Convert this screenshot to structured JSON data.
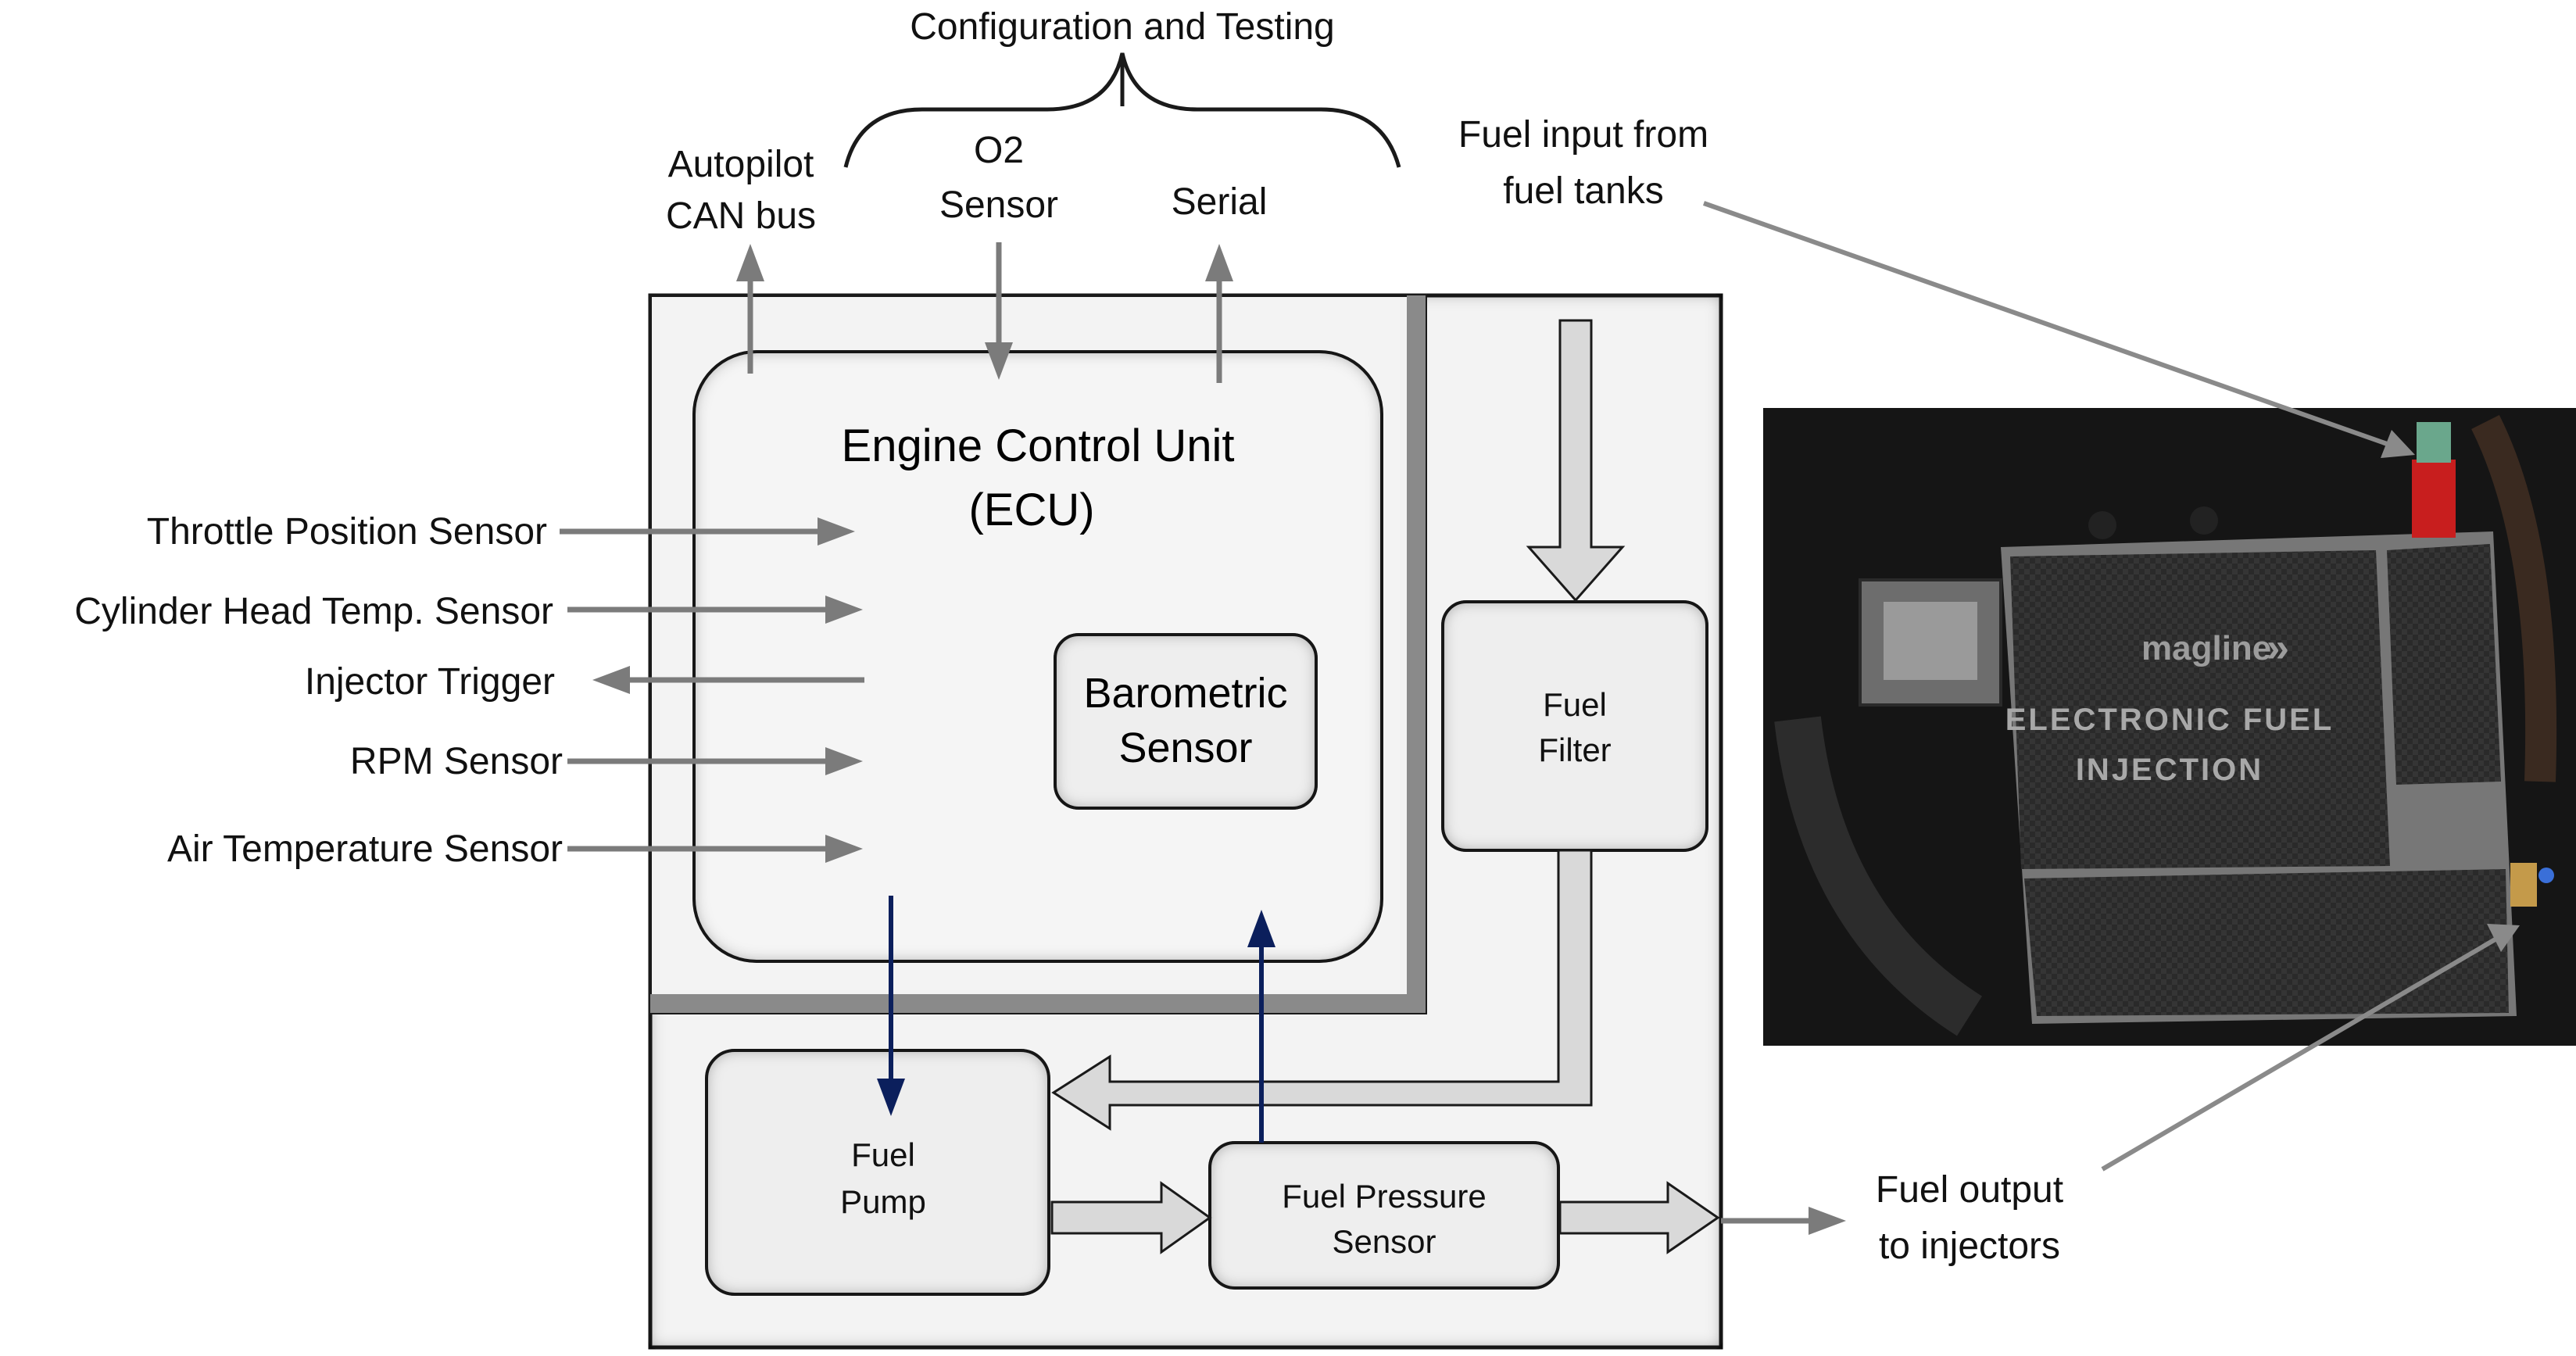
{
  "header": {
    "config_label": "Configuration and Testing"
  },
  "top_inputs": {
    "autopilot_line1": "Autopilot",
    "autopilot_line2": "CAN bus",
    "o2_line1": "O2",
    "o2_line2": "Sensor",
    "serial": "Serial",
    "fuel_input_line1": "Fuel input from",
    "fuel_input_line2": "fuel tanks"
  },
  "ecu": {
    "title_line1": "Engine Control Unit",
    "title_line2": "(ECU)",
    "baro_line1": "Barometric",
    "baro_line2": "Sensor"
  },
  "left_signals": [
    {
      "label": "Throttle Position Sensor",
      "direction": "in"
    },
    {
      "label": "Cylinder Head Temp. Sensor",
      "direction": "in"
    },
    {
      "label": "Injector Trigger",
      "direction": "out"
    },
    {
      "label": "RPM Sensor",
      "direction": "in"
    },
    {
      "label": "Air Temperature Sensor",
      "direction": "in"
    }
  ],
  "fuel_system": {
    "filter_line1": "Fuel",
    "filter_line2": "Filter",
    "pump_line1": "Fuel",
    "pump_line2": "Pump",
    "pressure_line1": "Fuel Pressure",
    "pressure_line2": "Sensor",
    "output_line1": "Fuel output",
    "output_line2": "to  injectors"
  },
  "photo": {
    "brand": "magline",
    "panel_line1": "ELECTRONIC FUEL",
    "panel_line2": "INJECTION"
  },
  "colors": {
    "fuel_input": "#e31b1b",
    "fuel_output": "#1f6fb5",
    "pump_label": "#b8650a",
    "pressure_label": "#1e9a3c",
    "signal_arrow": "#0b1f5c",
    "grey_arrow": "#7b7b7b"
  }
}
